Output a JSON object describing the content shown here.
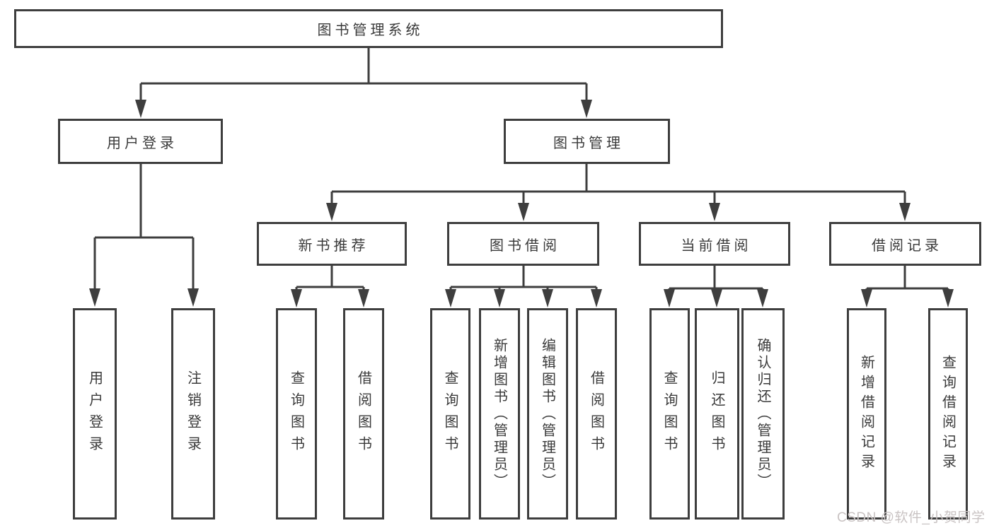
{
  "hierarchy": {
    "root": {
      "label": "图书管理系统",
      "children": [
        {
          "label": "用户登录",
          "children": [
            {
              "label": "用户登录"
            },
            {
              "label": "注销登录"
            }
          ]
        },
        {
          "label": "图书管理",
          "children": [
            {
              "label": "新书推荐",
              "children": [
                {
                  "label": "查询图书"
                },
                {
                  "label": "借阅图书"
                }
              ]
            },
            {
              "label": "图书借阅",
              "children": [
                {
                  "label": "查询图书"
                },
                {
                  "label": "新增图书（管理员）"
                },
                {
                  "label": "编辑图书（管理员）"
                },
                {
                  "label": "借阅图书"
                }
              ]
            },
            {
              "label": "当前借阅",
              "children": [
                {
                  "label": "查询图书"
                },
                {
                  "label": "归还图书"
                },
                {
                  "label": "确认归还（管理员）"
                }
              ]
            },
            {
              "label": "借阅记录",
              "children": [
                {
                  "label": "新增借阅记录"
                },
                {
                  "label": "查询借阅记录"
                }
              ]
            }
          ]
        }
      ]
    }
  },
  "watermark": {
    "text": "CSDN @软件_小贺同学"
  },
  "colors": {
    "line": "#3e3e3e",
    "text": "#3a3a3a",
    "box_background": "#ffffff",
    "watermark": "#c9c3c3",
    "background": "#ffffff"
  }
}
